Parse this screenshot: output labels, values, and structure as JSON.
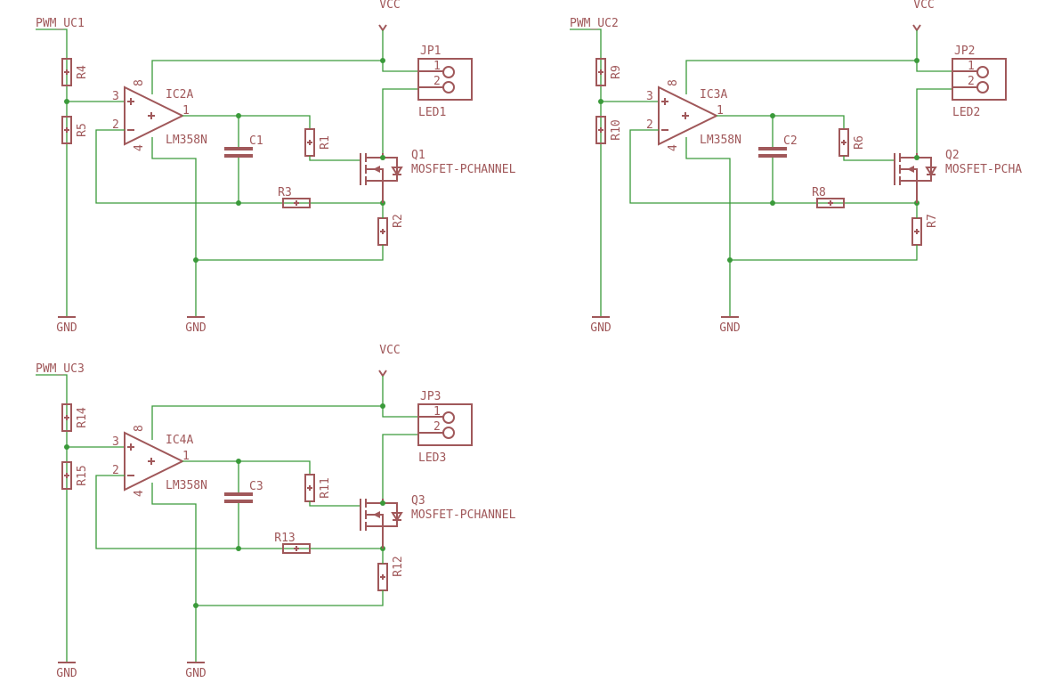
{
  "colors": {
    "wire": "#3a9a3a",
    "part": "#a0585a",
    "background": "#ffffff"
  },
  "blocks": [
    {
      "pwm": "PWM_UC1",
      "vcc": "VCC",
      "gnd_left": "GND",
      "gnd_mid": "GND",
      "r_top": "R4",
      "r_bottom": "R5",
      "opamp": "IC2A",
      "opamp_part": "LM358N",
      "cap": "C1",
      "r_gate": "R1",
      "r_fb": "R3",
      "r_sense": "R2",
      "jp": "JP1",
      "led": "LED1",
      "q": "Q1",
      "mosfet": "MOSFET-PCHANNEL",
      "pin_plus": "3",
      "pin_minus": "2",
      "pin_out": "1",
      "pin_v": "8",
      "pin_g": "4",
      "jp_pin1": "1",
      "jp_pin2": "2"
    },
    {
      "pwm": "PWM_UC2",
      "vcc": "VCC",
      "gnd_left": "GND",
      "gnd_mid": "GND",
      "r_top": "R9",
      "r_bottom": "R10",
      "opamp": "IC3A",
      "opamp_part": "LM358N",
      "cap": "C2",
      "r_gate": "R6",
      "r_fb": "R8",
      "r_sense": "R7",
      "jp": "JP2",
      "led": "LED2",
      "q": "Q2",
      "mosfet": "MOSFET-PCHA",
      "pin_plus": "3",
      "pin_minus": "2",
      "pin_out": "1",
      "pin_v": "8",
      "pin_g": "4",
      "jp_pin1": "1",
      "jp_pin2": "2"
    },
    {
      "pwm": "PWM_UC3",
      "vcc": "VCC",
      "gnd_left": "GND",
      "gnd_mid": "GND",
      "r_top": "R14",
      "r_bottom": "R15",
      "opamp": "IC4A",
      "opamp_part": "LM358N",
      "cap": "C3",
      "r_gate": "R11",
      "r_fb": "R13",
      "r_sense": "R12",
      "jp": "JP3",
      "led": "LED3",
      "q": "Q3",
      "mosfet": "MOSFET-PCHANNEL",
      "pin_plus": "3",
      "pin_minus": "2",
      "pin_out": "1",
      "pin_v": "8",
      "pin_g": "4",
      "jp_pin1": "1",
      "jp_pin2": "2"
    }
  ]
}
